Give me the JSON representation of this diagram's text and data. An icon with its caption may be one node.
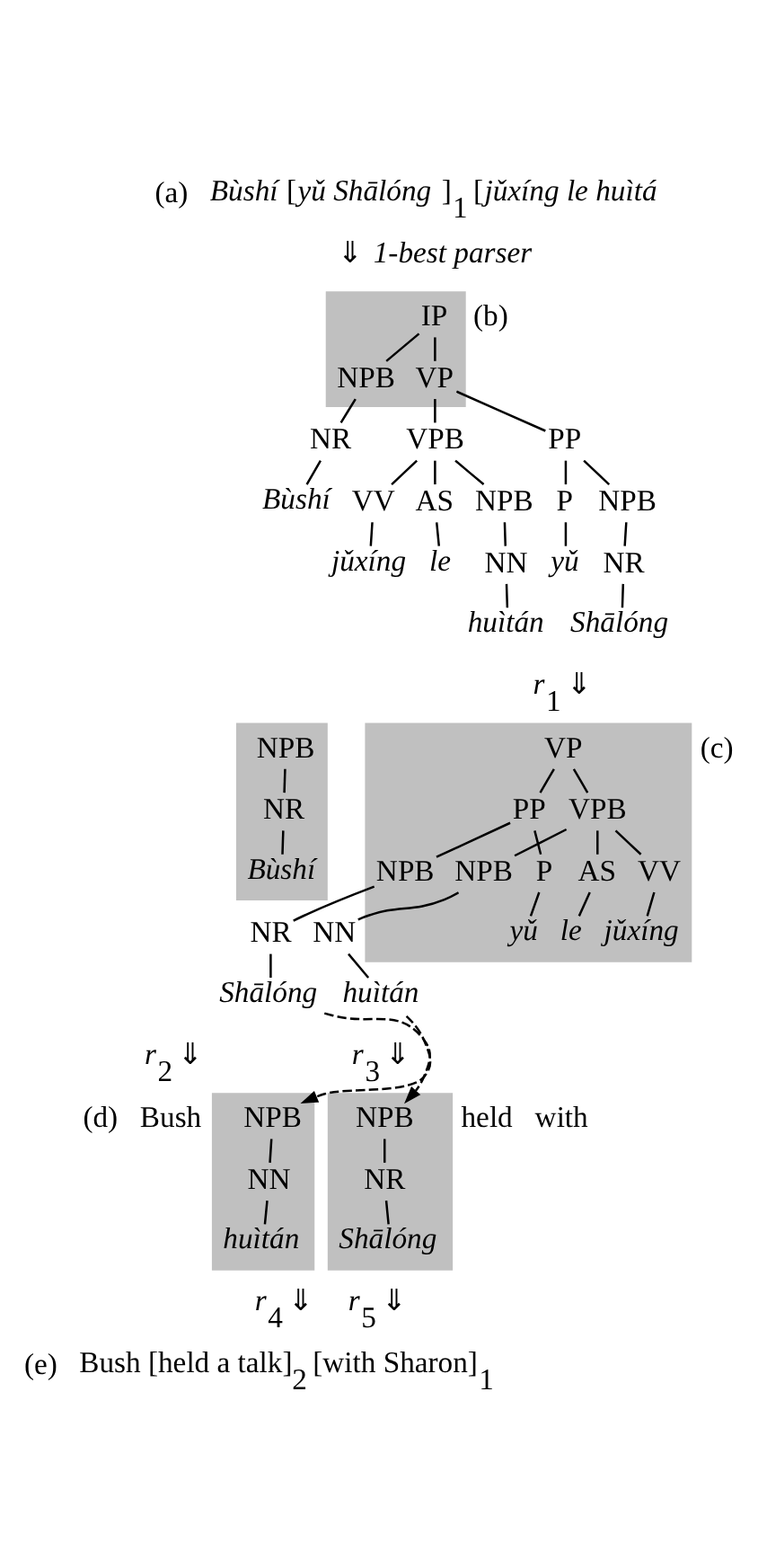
{
  "diagram": {
    "nodes": [
      {
        "text": [],
        "shape": "box"
      },
      {
        "text": [
          "IP"
        ],
        "in": 0
      },
      {
        "text": [
          "NPB"
        ],
        "in": 0
      },
      {
        "text": [
          "VP"
        ],
        "in": 0
      },
      {
        "text": [
          "NR"
        ]
      },
      {
        "text": [
          "Bùshí"
        ]
      },
      {
        "text": [
          "PP"
        ]
      },
      {
        "text": [
          "VPB"
        ]
      },
      {
        "text": [
          "P"
        ]
      },
      {
        "text": [
          "NPB"
        ]
      },
      {
        "text": [
          "VV"
        ]
      },
      {
        "text": [
          "AS"
        ]
      },
      {
        "text": [
          "NPB"
        ]
      },
      {
        "text": [
          "yǔ"
        ]
      },
      {
        "text": [
          "NR"
        ]
      },
      {
        "text": [
          "jǔxíng"
        ]
      },
      {
        "text": [
          "le"
        ]
      },
      {
        "text": [
          "NN"
        ]
      },
      {
        "text": [
          "Shālóng"
        ]
      },
      {
        "text": [
          "huìtán"
        ]
      },
      {
        "text": [],
        "shape": "box"
      },
      {
        "text": [
          "NPB"
        ],
        "in": 20
      },
      {
        "text": [
          "NR"
        ],
        "in": 20
      },
      {
        "text": [
          "Bùshí"
        ],
        "in": 20
      },
      {
        "text": [],
        "shape": "box"
      },
      {
        "text": [
          "VP"
        ],
        "in": 24
      },
      {
        "text": [
          "PP"
        ],
        "in": 24
      },
      {
        "text": [
          "VPB"
        ],
        "in": 24
      },
      {
        "text": [
          "P"
        ],
        "in": 24
      },
      {
        "text": [
          "NPB"
        ],
        "in": 24
      },
      {
        "text": [
          "VV"
        ],
        "in": 24
      },
      {
        "text": [
          "AS"
        ],
        "in": 24
      },
      {
        "text": [
          "NPB"
        ],
        "in": 24
      },
      {
        "text": [
          "yǔ"
        ],
        "in": 24
      },
      {
        "text": [
          "NR"
        ]
      },
      {
        "text": [
          "jǔxíng"
        ],
        "in": 24
      },
      {
        "text": [
          "le"
        ],
        "in": 24
      },
      {
        "text": [
          "NN"
        ]
      },
      {
        "text": [
          "Shālóng"
        ]
      },
      {
        "text": [
          "huìtán"
        ]
      },
      {
        "text": [],
        "shape": "box"
      },
      {
        "text": [
          "NPB"
        ],
        "in": 40
      },
      {
        "text": [
          "NN"
        ],
        "in": 40
      },
      {
        "text": [
          "huìtán"
        ],
        "in": 40
      },
      {
        "text": [],
        "shape": "box"
      },
      {
        "text": [
          "NPB"
        ],
        "in": 44
      },
      {
        "text": [
          "NR"
        ],
        "in": 44
      },
      {
        "text": [
          "Shālóng"
        ],
        "in": 44
      }
    ],
    "edges": [
      {
        "from": 1,
        "to": 2,
        "arrow": "none"
      },
      {
        "from": 1,
        "to": 3,
        "arrow": "none"
      },
      {
        "from": 2,
        "to": 4,
        "arrow": "none"
      },
      {
        "from": 4,
        "to": 5,
        "arrow": "none"
      },
      {
        "from": 3,
        "to": 6,
        "arrow": "none"
      },
      {
        "from": 3,
        "to": 7,
        "arrow": "none"
      },
      {
        "from": 6,
        "to": 8,
        "arrow": "none"
      },
      {
        "from": 6,
        "to": 9,
        "arrow": "none"
      },
      {
        "from": 7,
        "to": 10,
        "arrow": "none"
      },
      {
        "from": 7,
        "to": 11,
        "arrow": "none"
      },
      {
        "from": 7,
        "to": 12,
        "arrow": "none"
      },
      {
        "from": 8,
        "to": 13,
        "arrow": "none"
      },
      {
        "from": 9,
        "to": 14,
        "arrow": "none"
      },
      {
        "from": 14,
        "to": 18,
        "arrow": "none"
      },
      {
        "from": 10,
        "to": 15,
        "arrow": "none"
      },
      {
        "from": 11,
        "to": 16,
        "arrow": "none"
      },
      {
        "from": 12,
        "to": 17,
        "arrow": "none"
      },
      {
        "from": 17,
        "to": 19,
        "arrow": "none"
      },
      {
        "from": 21,
        "to": 22,
        "arrow": "none"
      },
      {
        "from": 22,
        "to": 23,
        "arrow": "none"
      },
      {
        "from": 25,
        "to": 26,
        "arrow": "none"
      },
      {
        "from": 25,
        "to": 27,
        "arrow": "none"
      },
      {
        "from": 26,
        "to": 28,
        "arrow": "none"
      },
      {
        "from": 26,
        "to": 29,
        "arrow": "none"
      },
      {
        "from": 27,
        "to": 30,
        "arrow": "none"
      },
      {
        "from": 27,
        "to": 31,
        "arrow": "none"
      },
      {
        "from": 27,
        "to": 32,
        "arrow": "none"
      },
      {
        "from": 28,
        "to": 33,
        "arrow": "none"
      },
      {
        "from": 29,
        "to": 34,
        "arrow": "none"
      },
      {
        "from": 34,
        "to": 38,
        "arrow": "none"
      },
      {
        "from": 30,
        "to": 35,
        "arrow": "none"
      },
      {
        "from": 31,
        "to": 36,
        "arrow": "none"
      },
      {
        "from": 32,
        "to": 37,
        "arrow": "none"
      },
      {
        "from": 37,
        "to": 39,
        "arrow": "none"
      },
      {
        "from": 41,
        "to": 42,
        "arrow": "none"
      },
      {
        "from": 42,
        "to": 43,
        "arrow": "none"
      },
      {
        "from": 45,
        "to": 46,
        "arrow": "none"
      },
      {
        "from": 46,
        "to": 47,
        "arrow": "none"
      },
      {
        "from": 39,
        "to": 41,
        "arrow": "to",
        "style": "dashed"
      },
      {
        "from": 38,
        "to": 45,
        "arrow": "to",
        "style": "dashed"
      }
    ],
    "labels": [
      "(a)",
      "*Bùshí* [*yǔ Shālóng* ]$_{1}$ [*jǔxíng le huìtá*",
      "⇓ *1-best parser*",
      "(b)",
      "*r*$_{1}$ ⇓",
      "(c)",
      "*r*$_{2}$ ⇓",
      "*r*$_{3}$ ⇓",
      "(d)",
      "Bush",
      "held",
      "with",
      "*r*$_{4}$ ⇓",
      "*r*$_{5}$ ⇓",
      "(e)",
      "Bush [held a talk]$_{2}$ [with Sharon]$_{1}$"
    ]
  }
}
